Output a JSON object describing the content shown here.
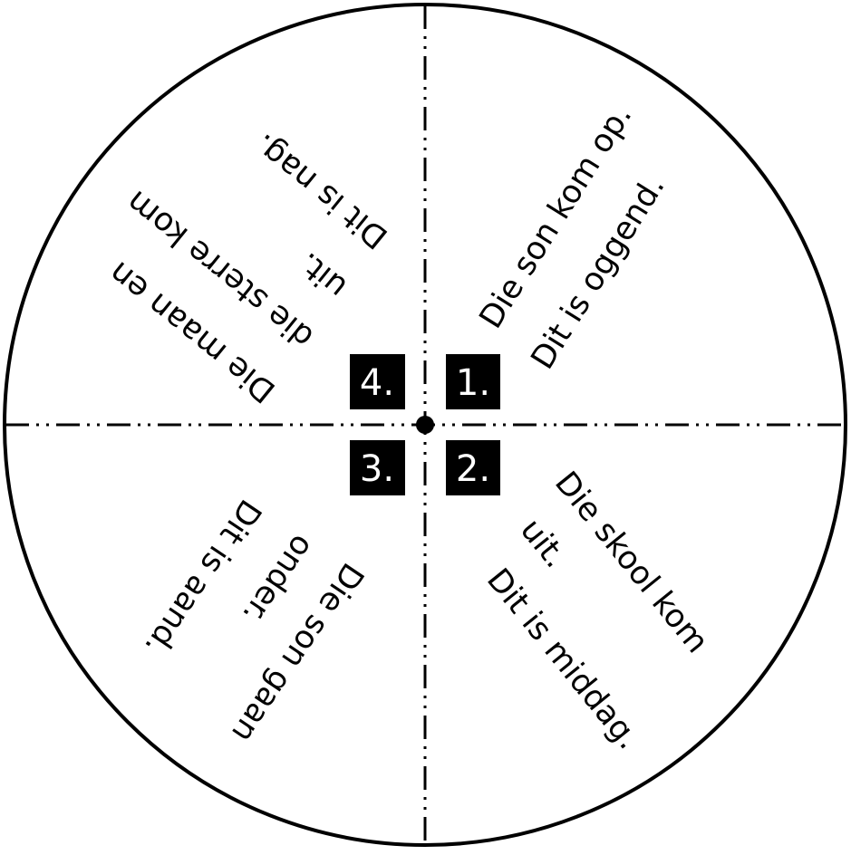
{
  "colors": {
    "ink": "#000000",
    "paper": "#ffffff",
    "badge_text": "#ffffff"
  },
  "segments": [
    {
      "number": "1.",
      "line1": "Die son kom op.",
      "line2": "Dit is oggend."
    },
    {
      "number": "2.",
      "line1": "Die skool kom",
      "line2": "uit.",
      "line3": "Dit is middag."
    },
    {
      "number": "3.",
      "line1": "Die son gaan",
      "line2": "onder.",
      "line3": "Dit is aand."
    },
    {
      "number": "4.",
      "line1": "Die maan en",
      "line2": "die sterre kom",
      "line3": "uit.",
      "line4": "Dit is nag."
    }
  ]
}
